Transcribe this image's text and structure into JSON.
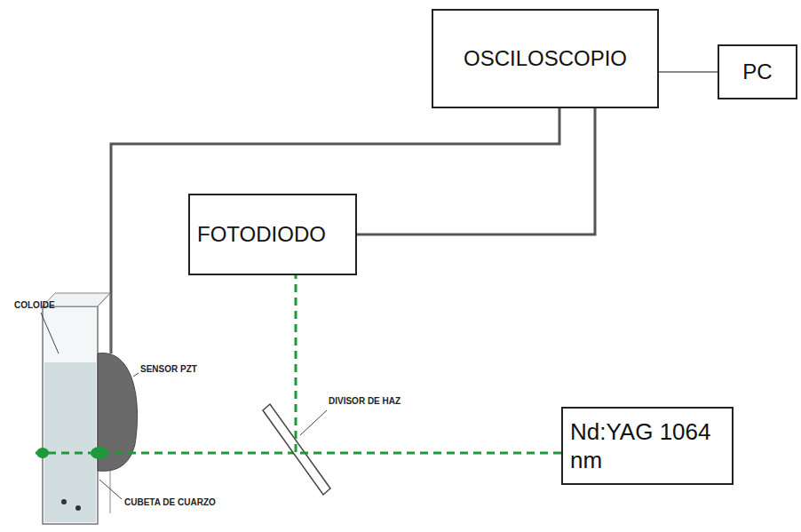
{
  "diagram": {
    "nodes": [
      {
        "text": [
          "OSCILOSCOPIO"
        ]
      },
      {
        "text": [
          "PC"
        ]
      },
      {
        "text": [
          "FOTODIODO"
        ]
      },
      {
        "text": [
          "Nd:YAG 1064 nm"
        ]
      }
    ],
    "edges": [
      {
        "from": 0,
        "to": 1,
        "arrow": "none"
      },
      {
        "from": 2,
        "to": 0,
        "arrow": "none"
      },
      {
        "from": 3,
        "to": 2,
        "arrow": "none"
      }
    ],
    "labels": [
      "COLOIDE",
      "SENSOR PZT",
      "DIVISOR DE HAZ",
      "CUBETA DE CUARZO"
    ]
  }
}
